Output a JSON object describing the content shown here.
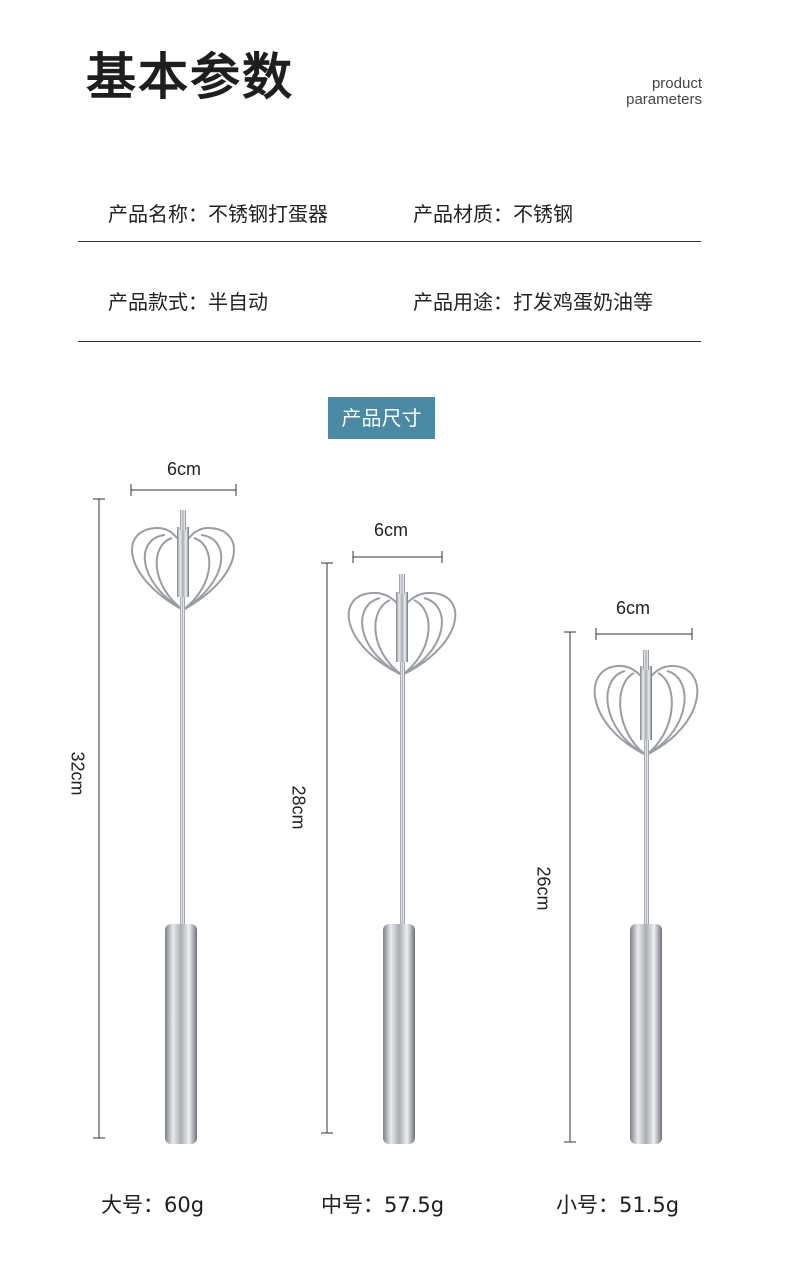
{
  "header": {
    "title": "基本参数",
    "subtitle_line1": "product",
    "subtitle_line2": "parameters"
  },
  "params": {
    "name": "产品名称：不锈钢打蛋器",
    "material": "产品材质：不锈钢",
    "style": "产品款式：半自动",
    "usage": "产品用途：打发鸡蛋奶油等"
  },
  "size_section": {
    "badge": "产品尺寸"
  },
  "products": [
    {
      "width_label": "6cm",
      "height_label": "32cm",
      "weight_label": "大号：60g"
    },
    {
      "width_label": "6cm",
      "height_label": "28cm",
      "weight_label": "中号：57.5g"
    },
    {
      "width_label": "6cm",
      "height_label": "26cm",
      "weight_label": "小号：51.5g"
    }
  ],
  "colors": {
    "badge_bg": "#4a8aa3",
    "text": "#222222",
    "metal": "#b9bcc0"
  }
}
